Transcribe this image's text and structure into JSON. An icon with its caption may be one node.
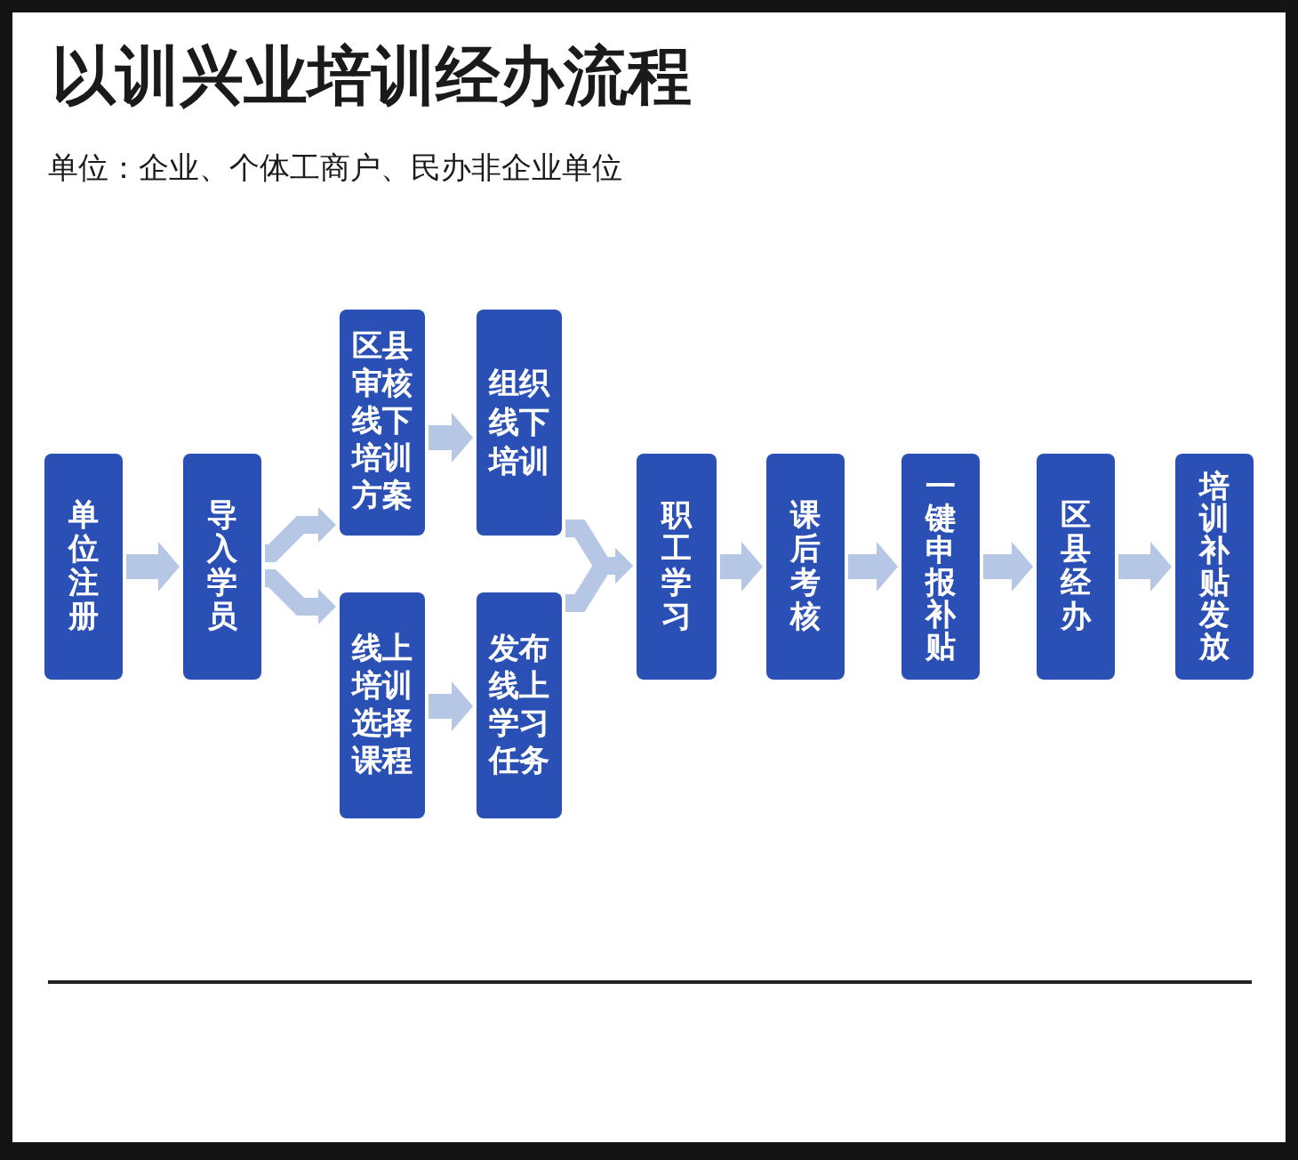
{
  "diagram": {
    "title": "以训兴业培训经办流程",
    "nodes": [
      {
        "text": [
          "单位注册"
        ]
      },
      {
        "text": [
          "导入学员"
        ]
      },
      {
        "text": [
          "区县审核线下培训方案"
        ]
      },
      {
        "text": [
          "组织线下培训"
        ]
      },
      {
        "text": [
          "线上培训选择课程"
        ]
      },
      {
        "text": [
          "发布线上学习任务"
        ]
      },
      {
        "text": [
          "职工学习"
        ]
      },
      {
        "text": [
          "课后考核"
        ]
      },
      {
        "text": [
          "一键申报补贴"
        ]
      },
      {
        "text": [
          "区县经办"
        ]
      },
      {
        "text": [
          "培训补贴发放"
        ]
      }
    ],
    "edges": [
      {
        "from": 0,
        "to": 1,
        "arrow": "to"
      },
      {
        "from": 1,
        "to": 2,
        "arrow": "to"
      },
      {
        "from": 1,
        "to": 4,
        "arrow": "to"
      },
      {
        "from": 2,
        "to": 3,
        "arrow": "to"
      },
      {
        "from": 4,
        "to": 5,
        "arrow": "to"
      },
      {
        "from": 3,
        "to": 6,
        "arrow": "to"
      },
      {
        "from": 5,
        "to": 6,
        "arrow": "to"
      },
      {
        "from": 6,
        "to": 7,
        "arrow": "to"
      },
      {
        "from": 7,
        "to": 8,
        "arrow": "to"
      },
      {
        "from": 8,
        "to": 9,
        "arrow": "to"
      },
      {
        "from": 9,
        "to": 10,
        "arrow": "to"
      }
    ],
    "labels": [
      "单位：企业、个体工商户、民办非企业单位"
    ]
  }
}
